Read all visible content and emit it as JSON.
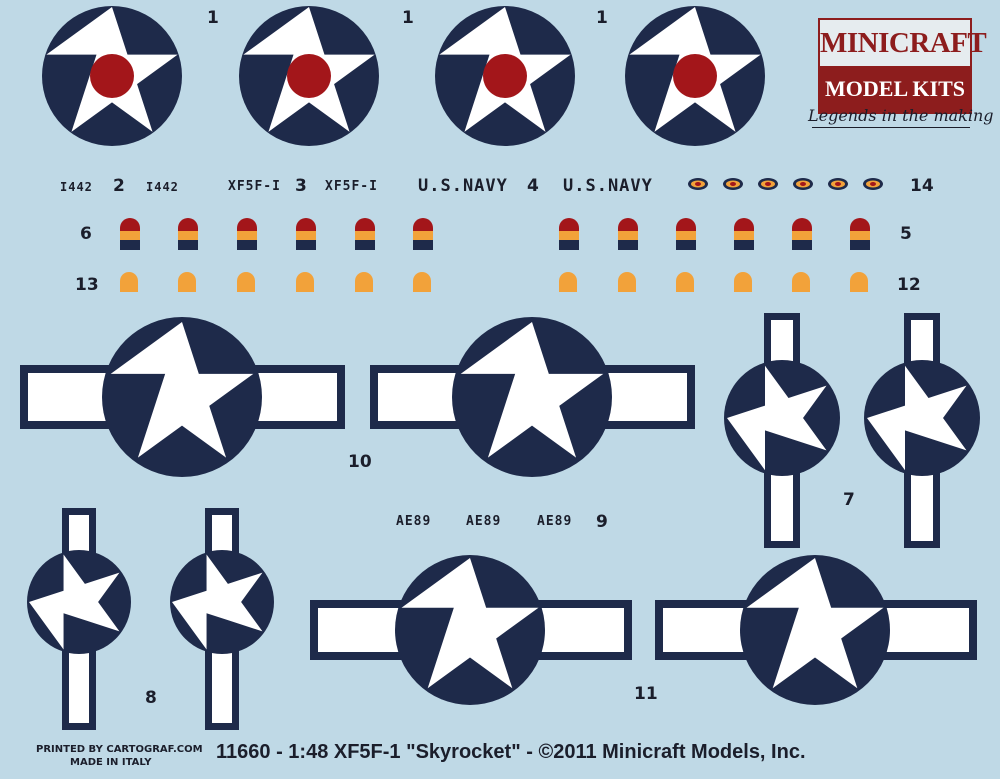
{
  "brand": {
    "top": "MINICRAFT",
    "bottom": "MODEL KITS",
    "tagline": "Legends in the making"
  },
  "labels": {
    "n1a": "1",
    "n1b": "1",
    "n1c": "1",
    "n2": "2",
    "n3": "3",
    "n4": "4",
    "n5": "5",
    "n6": "6",
    "n7": "7",
    "n8": "8",
    "n9": "9",
    "n10": "10",
    "n11": "11",
    "n12": "12",
    "n13": "13",
    "n14": "14"
  },
  "stencils": {
    "serial_a": "I442",
    "serial_b": "I442",
    "model_a": "XF5F-I",
    "model_b": "XF5F-I",
    "navy_a": "U.S.NAVY",
    "navy_b": "U.S.NAVY",
    "code_a": "AE89",
    "code_b": "AE89",
    "code_c": "AE89"
  },
  "footer": {
    "printed": "PRINTED  BY  CARTOGRAF.COM",
    "made": "MADE  IN  ITALY",
    "title": "11660 - 1:48 XF5F-1 \"Skyrocket\" - ©2011 Minicraft Models, Inc."
  },
  "colors": {
    "background": "#bfd9e6",
    "navy_blue": "#1e2a4a",
    "insignia_white": "#ffffff",
    "roundel_red": "#a3161a",
    "tail_orange": "#f2a23a",
    "brand_red": "#8d1d1d"
  }
}
